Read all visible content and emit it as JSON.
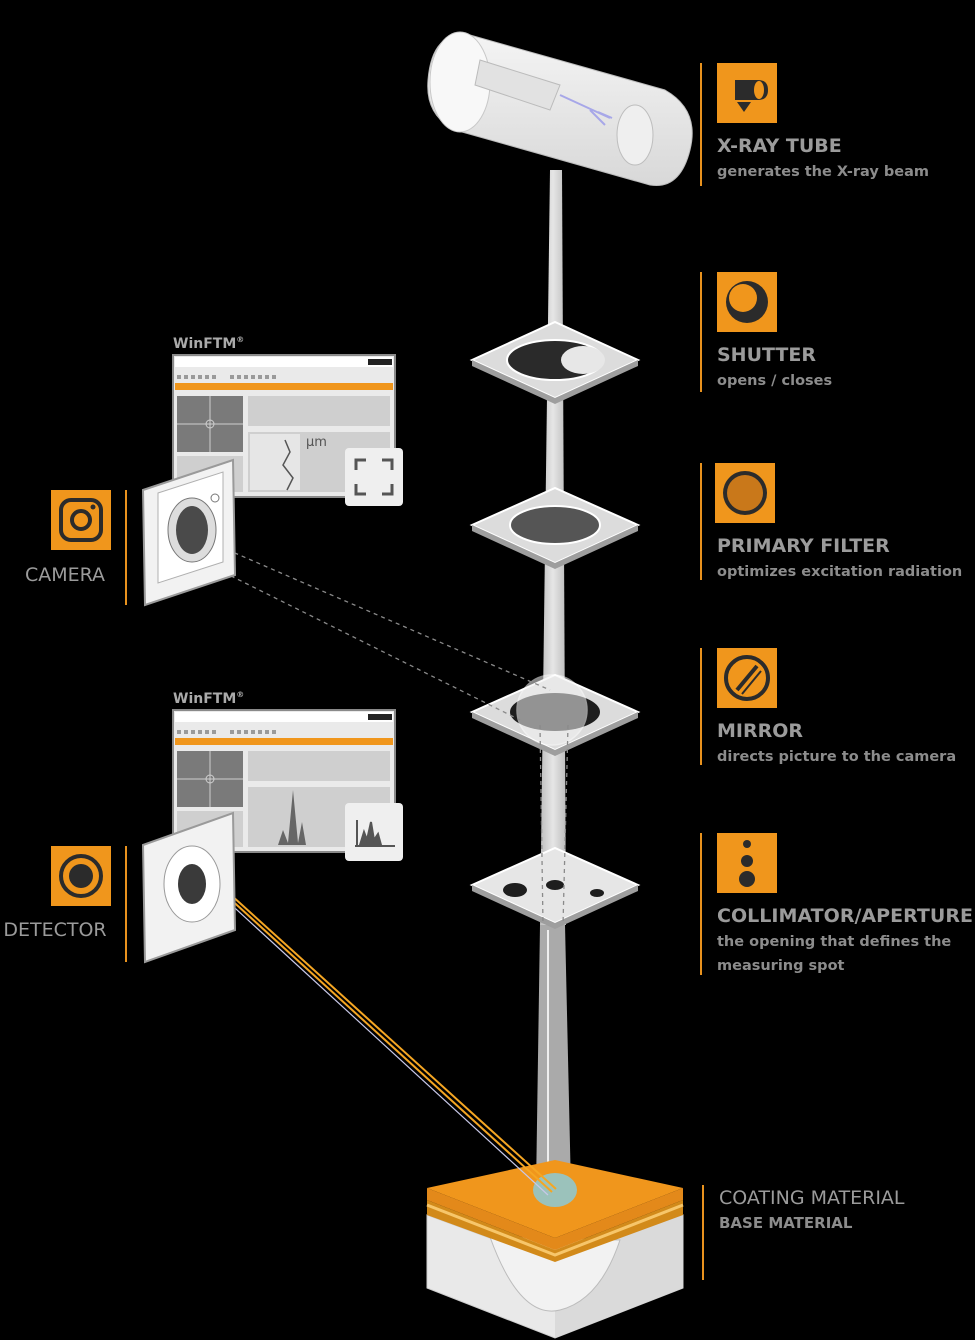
{
  "components": [
    {
      "id": "xray-tube",
      "title": "X-RAY TUBE",
      "desc": "generates the X-ray beam",
      "icon": "xray-tube-icon"
    },
    {
      "id": "shutter",
      "title": "SHUTTER",
      "desc": "opens / closes",
      "icon": "shutter-icon"
    },
    {
      "id": "primary-filter",
      "title": "PRIMARY FILTER",
      "desc": "optimizes excitation radiation",
      "icon": "filter-icon"
    },
    {
      "id": "mirror",
      "title": "MIRROR",
      "desc": "directs picture to the camera",
      "icon": "mirror-icon"
    },
    {
      "id": "collimator",
      "title": "COLLIMATOR/APERTURE",
      "desc_line1": "the opening that defines the",
      "desc_line2": "measuring spot",
      "icon": "collimator-icon"
    }
  ],
  "sample": {
    "coating": "COATING MATERIAL",
    "base": "BASE MATERIAL"
  },
  "left": {
    "camera": {
      "title": "CAMERA",
      "icon": "camera-icon"
    },
    "detector": {
      "title": "DETECTOR",
      "icon": "detector-icon"
    }
  },
  "software": {
    "name": "WinFTM",
    "mark": "®",
    "unit": "µm"
  },
  "colors": {
    "background": "#000000",
    "accent": "#f0961c",
    "text": "#9b9b9b",
    "panel": "#e6e6e6"
  }
}
